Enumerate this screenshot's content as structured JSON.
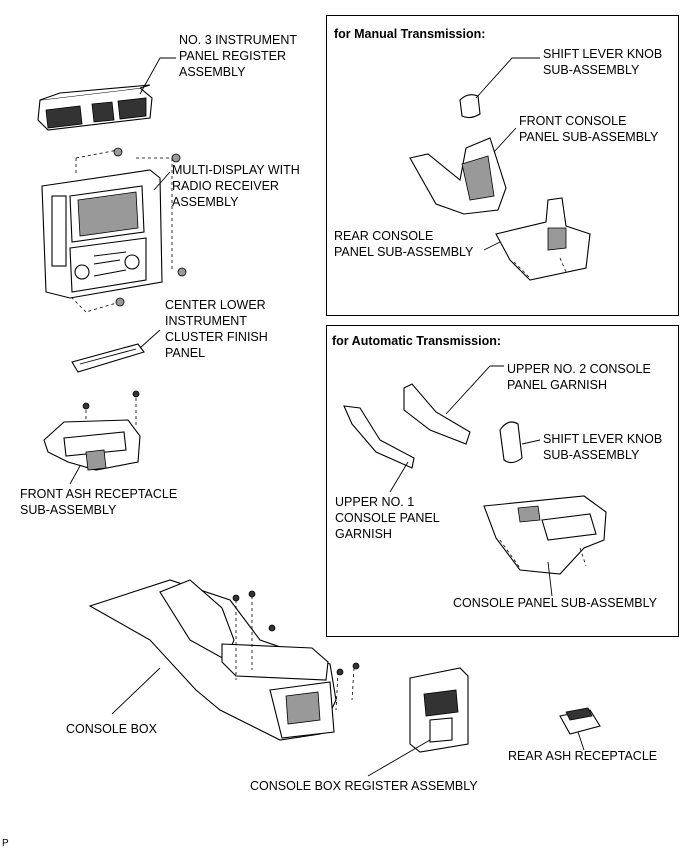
{
  "panels": {
    "manual": {
      "header": "for Manual Transmission:"
    },
    "automatic": {
      "header": "for Automatic Transmission:"
    }
  },
  "labels": {
    "no3_register": "NO. 3 INSTRUMENT\nPANEL REGISTER\nASSEMBLY",
    "multi_display": "MULTI-DISPLAY WITH\nRADIO RECEIVER\nASSEMBLY",
    "center_lower": "CENTER LOWER\nINSTRUMENT\nCLUSTER FINISH\nPANEL",
    "front_ash": "FRONT ASH RECEPTACLE\nSUB-ASSEMBLY",
    "console_box": "CONSOLE BOX",
    "console_box_register": "CONSOLE BOX REGISTER ASSEMBLY",
    "rear_ash": "REAR ASH RECEPTACLE",
    "mt_shift_knob": "SHIFT LEVER KNOB\nSUB-ASSEMBLY",
    "mt_front_console": "FRONT CONSOLE\nPANEL SUB-ASSEMBLY",
    "mt_rear_console": "REAR CONSOLE\nPANEL SUB-ASSEMBLY",
    "at_upper_no2": "UPPER NO. 2 CONSOLE\nPANEL GARNISH",
    "at_shift_knob": "SHIFT LEVER KNOB\nSUB-ASSEMBLY",
    "at_upper_no1": "UPPER NO. 1\nCONSOLE PANEL\nGARNISH",
    "at_console_panel": "CONSOLE PANEL SUB-ASSEMBLY"
  },
  "corner_code": "P"
}
